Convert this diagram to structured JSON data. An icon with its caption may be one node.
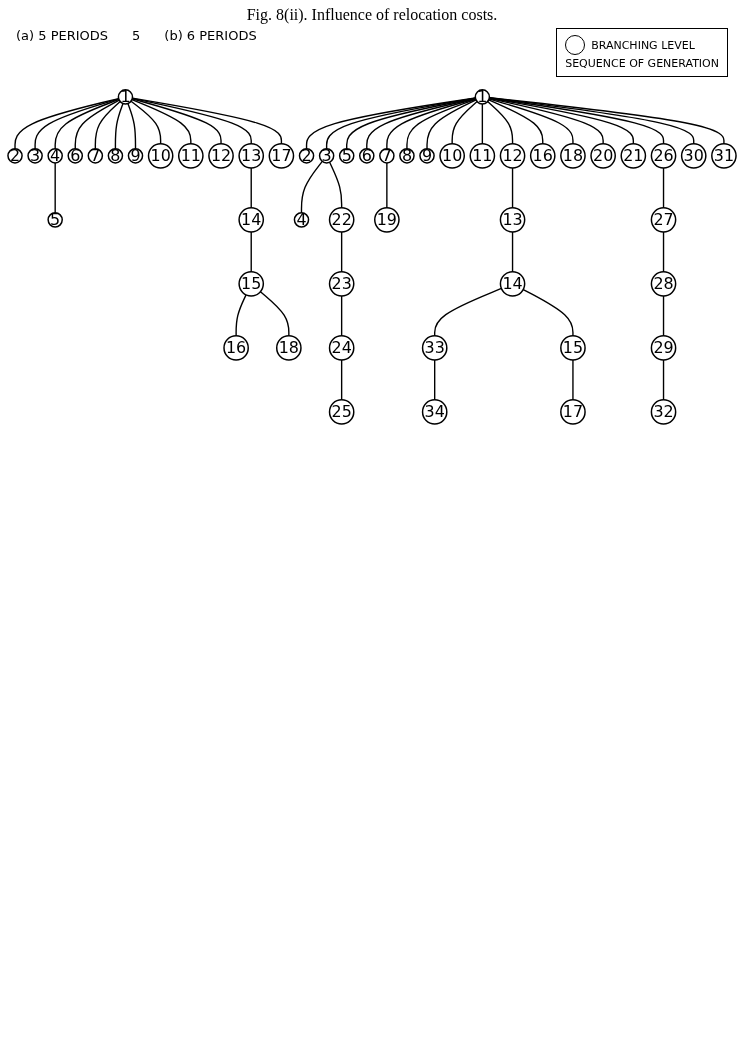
{
  "diagram": {
    "title": "Fig. 8(ii). Influence of relocation costs.",
    "nodes": [
      {
        "text": [
          "1"
        ]
      },
      {
        "text": [
          "2"
        ]
      },
      {
        "text": [
          "3"
        ]
      },
      {
        "text": [
          "4"
        ]
      },
      {
        "text": [
          "6"
        ]
      },
      {
        "text": [
          "7"
        ]
      },
      {
        "text": [
          "8"
        ]
      },
      {
        "text": [
          "9"
        ]
      },
      {
        "text": [
          "10"
        ]
      },
      {
        "text": [
          "11"
        ]
      },
      {
        "text": [
          "12"
        ]
      },
      {
        "text": [
          "13"
        ]
      },
      {
        "text": [
          "17"
        ]
      },
      {
        "text": [
          "5"
        ]
      },
      {
        "text": [
          "14"
        ]
      },
      {
        "text": [
          "15"
        ]
      },
      {
        "text": [
          "16"
        ]
      },
      {
        "text": [
          "18"
        ]
      },
      {
        "text": [
          "1"
        ]
      },
      {
        "text": [
          "2"
        ]
      },
      {
        "text": [
          "3"
        ]
      },
      {
        "text": [
          "5"
        ]
      },
      {
        "text": [
          "6"
        ]
      },
      {
        "text": [
          "7"
        ]
      },
      {
        "text": [
          "8"
        ]
      },
      {
        "text": [
          "9"
        ]
      },
      {
        "text": [
          "10"
        ]
      },
      {
        "text": [
          "11"
        ]
      },
      {
        "text": [
          "12"
        ]
      },
      {
        "text": [
          "16"
        ]
      },
      {
        "text": [
          "18"
        ]
      },
      {
        "text": [
          "20"
        ]
      },
      {
        "text": [
          "21"
        ]
      },
      {
        "text": [
          "26"
        ]
      },
      {
        "text": [
          "30"
        ]
      },
      {
        "text": [
          "31"
        ]
      },
      {
        "text": [
          "4"
        ]
      },
      {
        "text": [
          "22"
        ]
      },
      {
        "text": [
          "19"
        ]
      },
      {
        "text": [
          "13"
        ]
      },
      {
        "text": [
          "27"
        ]
      },
      {
        "text": [
          "23"
        ]
      },
      {
        "text": [
          "14"
        ]
      },
      {
        "text": [
          "28"
        ]
      },
      {
        "text": [
          "24"
        ]
      },
      {
        "text": [
          "33"
        ]
      },
      {
        "text": [
          "15"
        ]
      },
      {
        "text": [
          "29"
        ]
      },
      {
        "text": [
          "25"
        ]
      },
      {
        "text": [
          "34"
        ]
      },
      {
        "text": [
          "17"
        ]
      },
      {
        "text": [
          "32"
        ]
      }
    ],
    "edges": [
      {
        "from": 0,
        "to": 1,
        "arrow": "none"
      },
      {
        "from": 0,
        "to": 2,
        "arrow": "none"
      },
      {
        "from": 0,
        "to": 3,
        "arrow": "none"
      },
      {
        "from": 0,
        "to": 4,
        "arrow": "none"
      },
      {
        "from": 0,
        "to": 5,
        "arrow": "none"
      },
      {
        "from": 0,
        "to": 6,
        "arrow": "none"
      },
      {
        "from": 0,
        "to": 7,
        "arrow": "none"
      },
      {
        "from": 0,
        "to": 8,
        "arrow": "none"
      },
      {
        "from": 0,
        "to": 9,
        "arrow": "none"
      },
      {
        "from": 0,
        "to": 10,
        "arrow": "none"
      },
      {
        "from": 0,
        "to": 11,
        "arrow": "none"
      },
      {
        "from": 0,
        "to": 12,
        "arrow": "none"
      },
      {
        "from": 3,
        "to": 13,
        "arrow": "none"
      },
      {
        "from": 11,
        "to": 14,
        "arrow": "none"
      },
      {
        "from": 14,
        "to": 15,
        "arrow": "none"
      },
      {
        "from": 15,
        "to": 16,
        "arrow": "none"
      },
      {
        "from": 15,
        "to": 17,
        "arrow": "none"
      },
      {
        "from": 18,
        "to": 19,
        "arrow": "none"
      },
      {
        "from": 18,
        "to": 20,
        "arrow": "none"
      },
      {
        "from": 18,
        "to": 21,
        "arrow": "none"
      },
      {
        "from": 18,
        "to": 22,
        "arrow": "none"
      },
      {
        "from": 18,
        "to": 23,
        "arrow": "none"
      },
      {
        "from": 18,
        "to": 24,
        "arrow": "none"
      },
      {
        "from": 18,
        "to": 25,
        "arrow": "none"
      },
      {
        "from": 18,
        "to": 26,
        "arrow": "none"
      },
      {
        "from": 18,
        "to": 27,
        "arrow": "none"
      },
      {
        "from": 18,
        "to": 28,
        "arrow": "none"
      },
      {
        "from": 18,
        "to": 29,
        "arrow": "none"
      },
      {
        "from": 18,
        "to": 30,
        "arrow": "none"
      },
      {
        "from": 18,
        "to": 31,
        "arrow": "none"
      },
      {
        "from": 18,
        "to": 32,
        "arrow": "none"
      },
      {
        "from": 18,
        "to": 33,
        "arrow": "none"
      },
      {
        "from": 18,
        "to": 34,
        "arrow": "none"
      },
      {
        "from": 18,
        "to": 35,
        "arrow": "none"
      },
      {
        "from": 20,
        "to": 36,
        "arrow": "none"
      },
      {
        "from": 20,
        "to": 37,
        "arrow": "none"
      },
      {
        "from": 23,
        "to": 38,
        "arrow": "none"
      },
      {
        "from": 28,
        "to": 39,
        "arrow": "none"
      },
      {
        "from": 33,
        "to": 40,
        "arrow": "none"
      },
      {
        "from": 37,
        "to": 41,
        "arrow": "none"
      },
      {
        "from": 39,
        "to": 42,
        "arrow": "none"
      },
      {
        "from": 40,
        "to": 43,
        "arrow": "none"
      },
      {
        "from": 41,
        "to": 44,
        "arrow": "none"
      },
      {
        "from": 42,
        "to": 45,
        "arrow": "none"
      },
      {
        "from": 42,
        "to": 46,
        "arrow": "none"
      },
      {
        "from": 43,
        "to": 47,
        "arrow": "none"
      },
      {
        "from": 44,
        "to": 48,
        "arrow": "none"
      },
      {
        "from": 45,
        "to": 49,
        "arrow": "none"
      },
      {
        "from": 46,
        "to": 50,
        "arrow": "none"
      },
      {
        "from": 47,
        "to": 51,
        "arrow": "none"
      }
    ],
    "labels": [
      "(a) 5 PERIODS",
      "5",
      "(b) 6 PERIODS"
    ],
    "legend": [
      {
        "text": "BRANCHING LEVEL"
      },
      {
        "text": "SEQUENCE OF GENERATION"
      }
    ]
  }
}
